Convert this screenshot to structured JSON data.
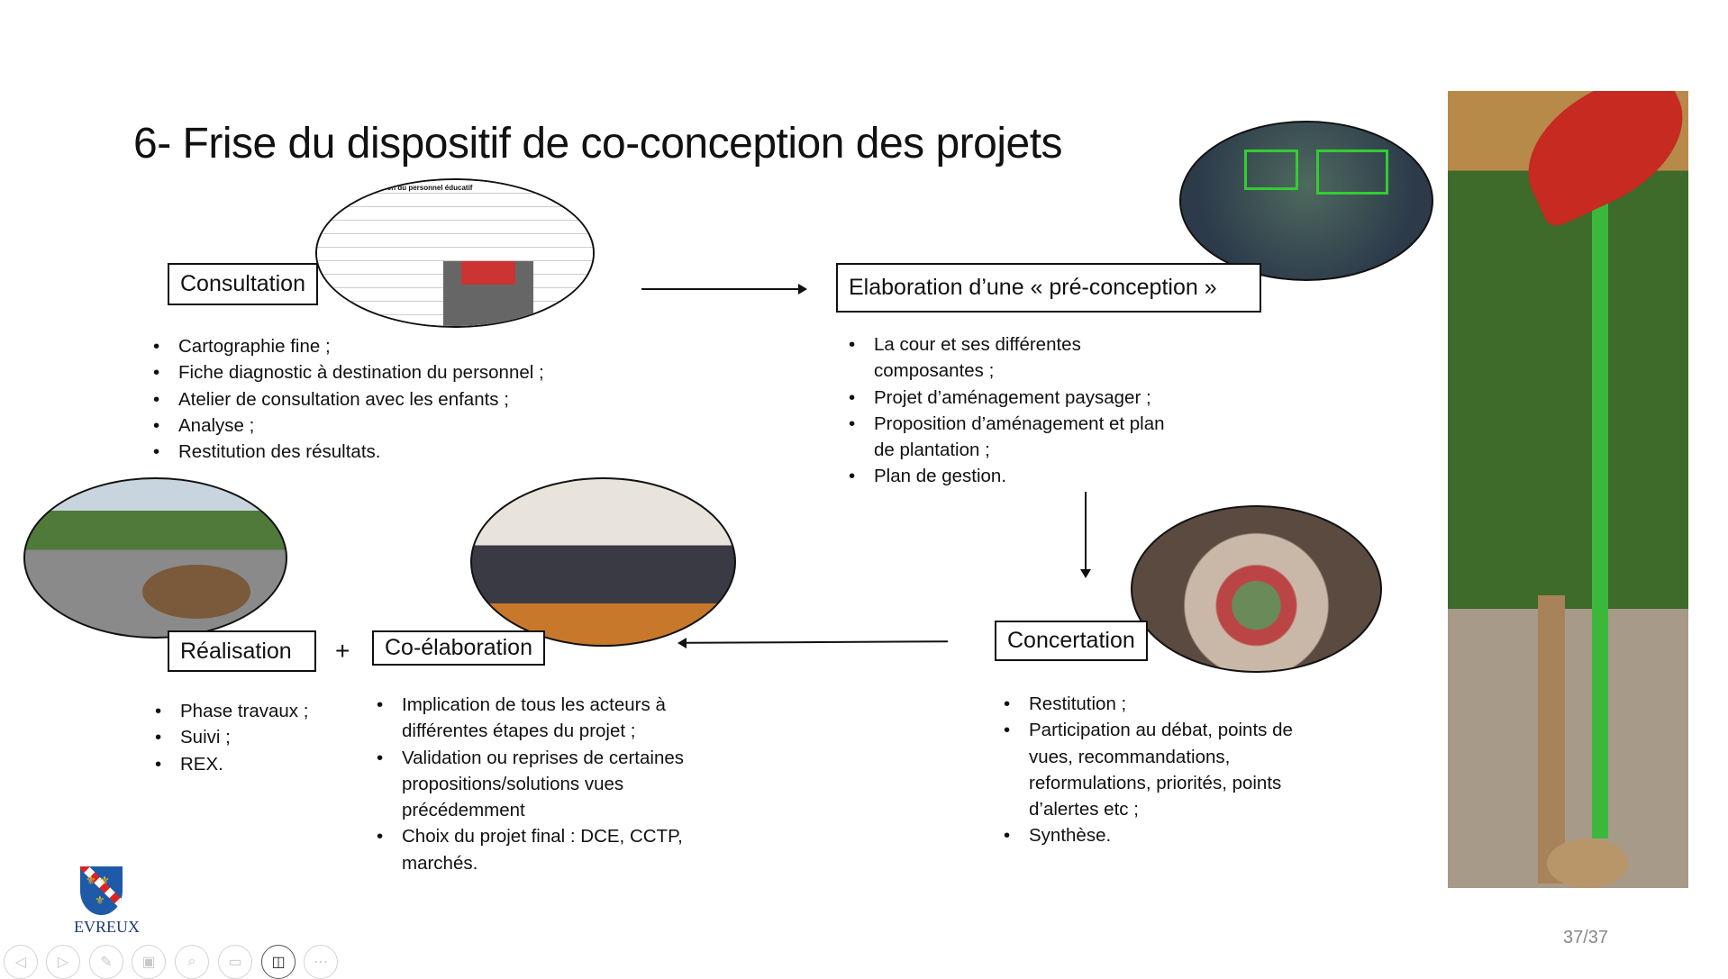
{
  "title": "6- Frise du dispositif de co-conception des projets",
  "consultation": {
    "label": "Consultation",
    "items": [
      "Cartographie fine ;",
      "Fiche diagnostic à destination du personnel ;",
      "Atelier de consultation avec les enfants ;",
      "Analyse ;",
      "Restitution des résultats."
    ],
    "doc_heading": "…ation du personnel éducatif"
  },
  "elaboration": {
    "label": "Elaboration d’une « pré-conception »",
    "items": [
      "La cour et ses différentes composantes ;",
      "Projet d’aménagement paysager ;",
      "Proposition d’aménagement et plan de plantation ;",
      "Plan de gestion."
    ]
  },
  "concertation": {
    "label": "Concertation",
    "items": [
      "Restitution ;",
      "Participation au débat, points de vues, recommandations, reformulations, priorités, points d’alertes etc ;",
      "Synthèse."
    ]
  },
  "coelaboration": {
    "label": "Co-élaboration",
    "items": [
      "Implication de tous les acteurs à différentes étapes du projet ;",
      "Validation ou reprises de certaines propositions/solutions vues précédemment",
      "Choix du projet final : DCE, CCTP, marchés."
    ]
  },
  "realisation": {
    "label": "Réalisation",
    "items": [
      "Phase travaux ;",
      "Suivi ;",
      "REX."
    ]
  },
  "plus": "+",
  "logo_text": "EVREUX",
  "page_counter": "37/37",
  "toolbar": [
    "previous",
    "next",
    "pen",
    "slides",
    "zoom",
    "subtitles",
    "camera",
    "more"
  ]
}
